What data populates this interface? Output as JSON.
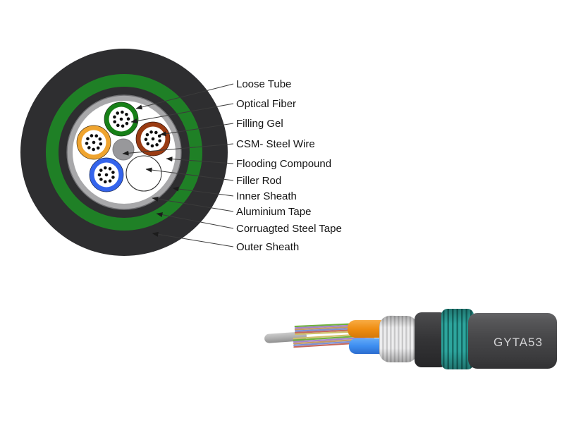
{
  "page": {
    "background": "#ffffff"
  },
  "cross_section": {
    "labels": [
      {
        "id": "loose-tube",
        "text": "Loose Tube"
      },
      {
        "id": "optical-fiber",
        "text": "Optical Fiber"
      },
      {
        "id": "filling-gel",
        "text": "Filling Gel"
      },
      {
        "id": "csm-steel-wire",
        "text": "CSM- Steel Wire"
      },
      {
        "id": "flooding-compound",
        "text": "Flooding Compound"
      },
      {
        "id": "filler-rod",
        "text": "Filler Rod"
      },
      {
        "id": "inner-sheath",
        "text": "Inner Sheath"
      },
      {
        "id": "aluminium-tape",
        "text": "Aluminium Tape"
      },
      {
        "id": "corrugated-steel-tape",
        "text": "Corruagted Steel Tape"
      },
      {
        "id": "outer-sheath",
        "text": "Outer Sheath"
      }
    ],
    "colors": {
      "outer_sheath": "#2e2e30",
      "corrugated_steel_tape_ring": "#1f8026",
      "inner_sheath": "#2e2e30",
      "aluminium_tape_ring": "#a8a8aa",
      "core_background": "#ffffff",
      "csm_steel_wire": "#98989b",
      "loose_tube_green": "#178017",
      "loose_tube_orange": "#efa42f",
      "loose_tube_brown": "#9a3b12",
      "loose_tube_blue": "#3464ec",
      "filler_rod": "#ffffff",
      "fiber_dots": "#0c0c0c"
    }
  },
  "cable_3d": {
    "model_label": "GYTA53",
    "colors": {
      "outer_jacket": "#454547",
      "steel_tape_spiral": "#2da59d",
      "inner_jacket": "#343436",
      "corrugated_wrap": "#ededee",
      "buffer_tube_orange": "#ef8d12",
      "buffer_tube_blue": "#3d8df0",
      "strength_rod": "#b5b5b5",
      "fiber_strands": [
        "#6fb13d",
        "#a583cc",
        "#c59a62",
        "#7b8fd4",
        "#c4685c",
        "#cfc06a"
      ]
    }
  }
}
